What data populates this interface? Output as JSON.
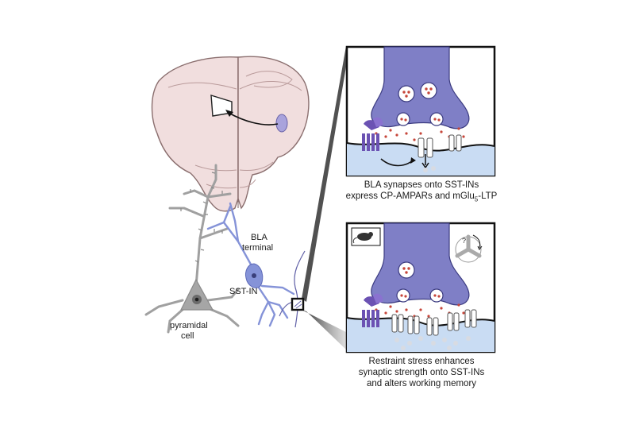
{
  "labels": {
    "bla": "BLA",
    "terminal": "terminal",
    "sst_in": "SST-IN",
    "pyramidal": "pyramidal",
    "cell": "cell",
    "question": "?"
  },
  "captions": {
    "top_line1": "BLA synapses onto SST-INs",
    "top_line2_prefix": "express CP-AMPARs and mGlu",
    "top_line2_sub": "5",
    "top_line2_suffix": "-LTP",
    "bottom_line1": "Restraint stress enhances",
    "bottom_line2": "synaptic strength onto SST-INs",
    "bottom_line3": "and alters working memory"
  },
  "colors": {
    "brain_fill": "#f1dede",
    "brain_stroke": "#8a6e6e",
    "bla_region": "#a9a3dc",
    "neuron_gray": "#a0a0a0",
    "interneuron_blue": "#8593d8",
    "terminal_purple": "#7f7fc6",
    "postsynaptic_blue": "#c9dcf3",
    "vesicle_dot": "#c6463a",
    "receptor_purple": "#6b52b3",
    "panel_border": "#111111"
  }
}
